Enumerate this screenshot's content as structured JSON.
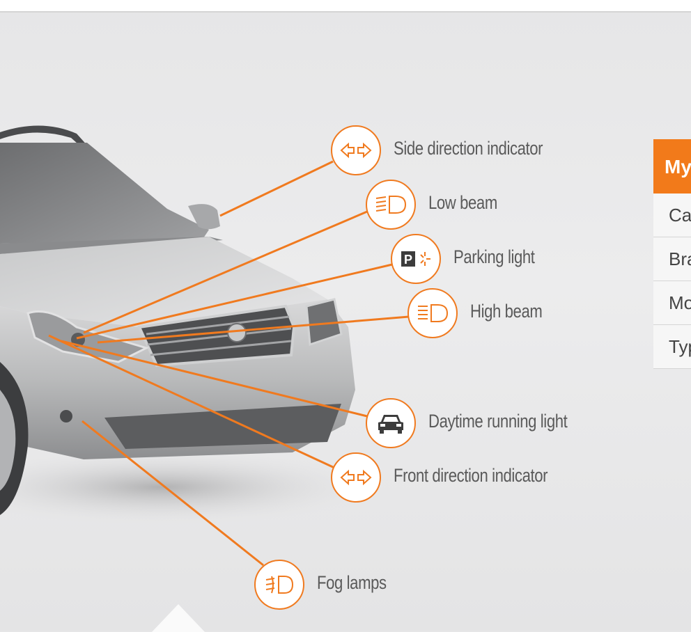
{
  "colors": {
    "accent": "#f07a1f",
    "label": "#5a5a5a",
    "panel_header": "#f27a1a"
  },
  "callouts": [
    {
      "label": "Side direction indicator",
      "icon": "direction-indicator-icon"
    },
    {
      "label": "Low beam",
      "icon": "low-beam-icon"
    },
    {
      "label": "Parking light",
      "icon": "parking-light-icon"
    },
    {
      "label": "High beam",
      "icon": "high-beam-icon"
    },
    {
      "label": "Daytime running light",
      "icon": "daytime-running-light-icon"
    },
    {
      "label": "Front direction indicator",
      "icon": "direction-indicator-icon"
    },
    {
      "label": "Fog lamps",
      "icon": "fog-lamp-icon"
    }
  ],
  "panel": {
    "header": "My",
    "rows": [
      "Ca",
      "Bra",
      "Mo",
      "Typ"
    ]
  }
}
